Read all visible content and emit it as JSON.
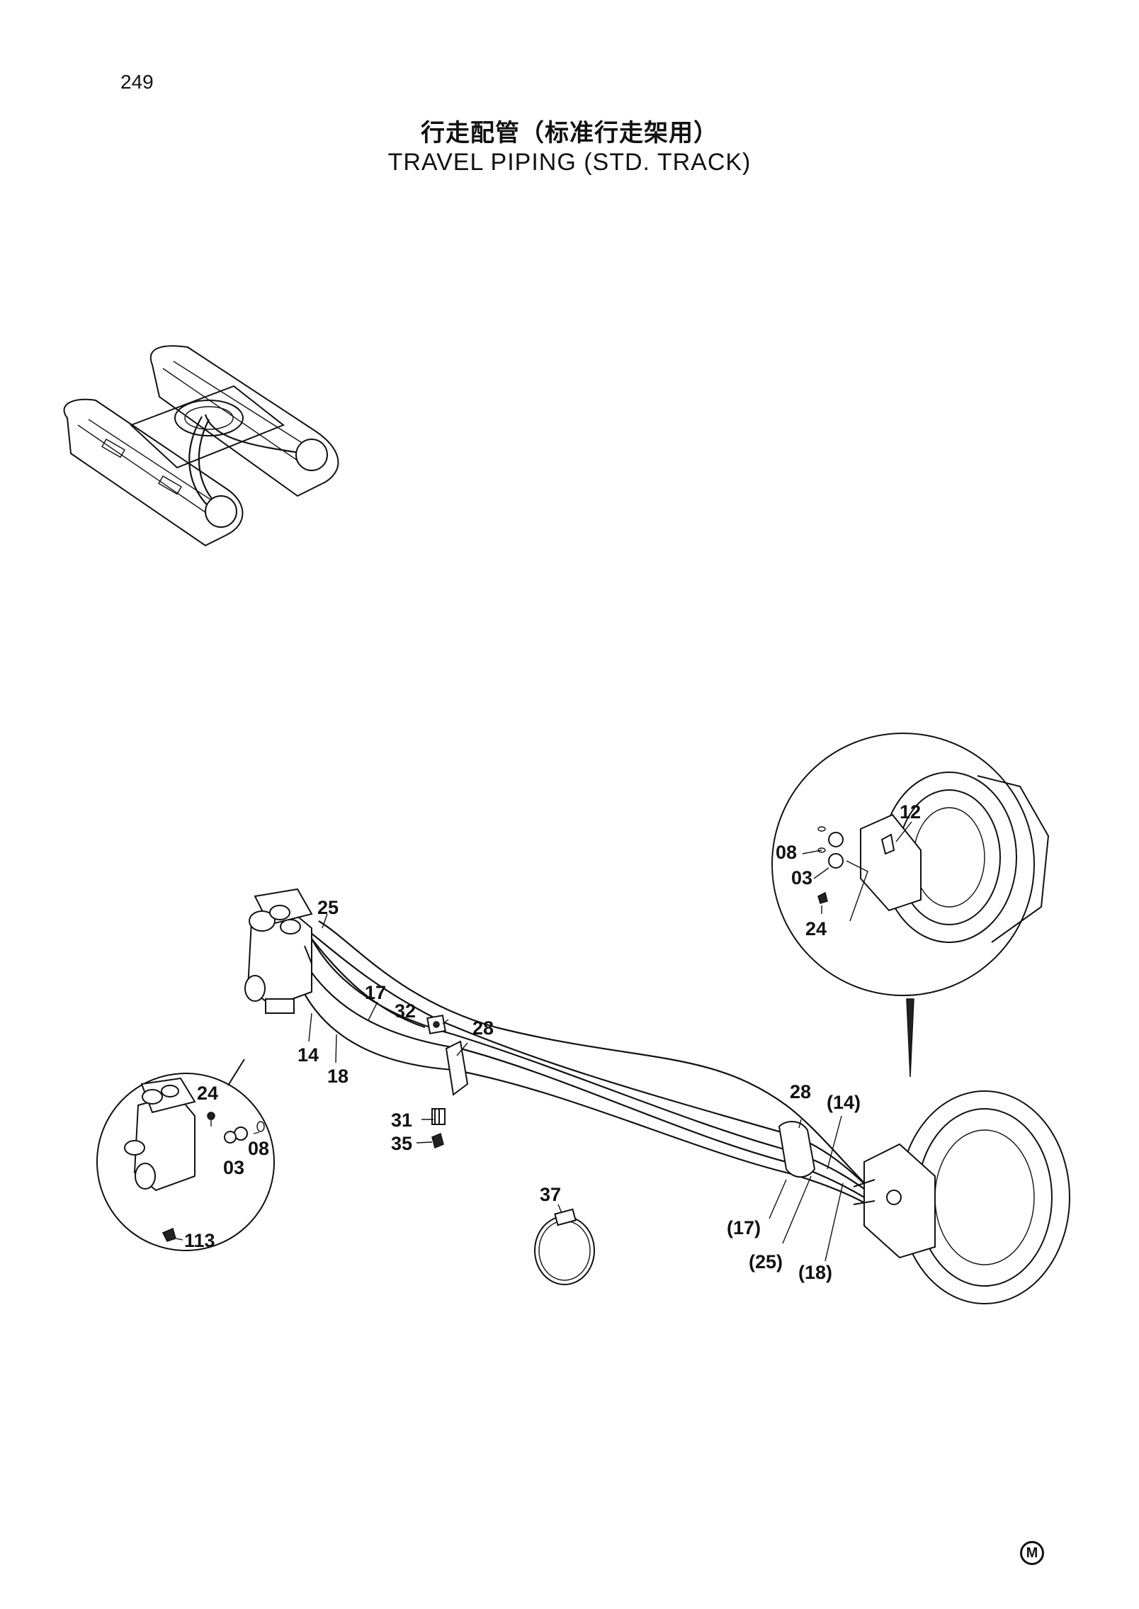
{
  "page": {
    "number": "249",
    "title_cn": "行走配管（标准行走架用）",
    "title_en": "TRAVEL PIPING (STD. TRACK)",
    "brand_mark": "M"
  },
  "callouts": {
    "c25": "25",
    "c17": "17",
    "c32": "32",
    "c28a": "28",
    "c14": "14",
    "c18": "18",
    "c31": "31",
    "c35": "35",
    "c37": "37",
    "c28b": "28",
    "c14p": "(14)",
    "c17p": "(17)",
    "c25p": "(25)",
    "c18p": "(18)",
    "c24a": "24",
    "c08a": "08",
    "c03a": "03",
    "c113": "113",
    "c12": "12",
    "c08b": "08",
    "c03b": "03",
    "c24b": "24"
  }
}
